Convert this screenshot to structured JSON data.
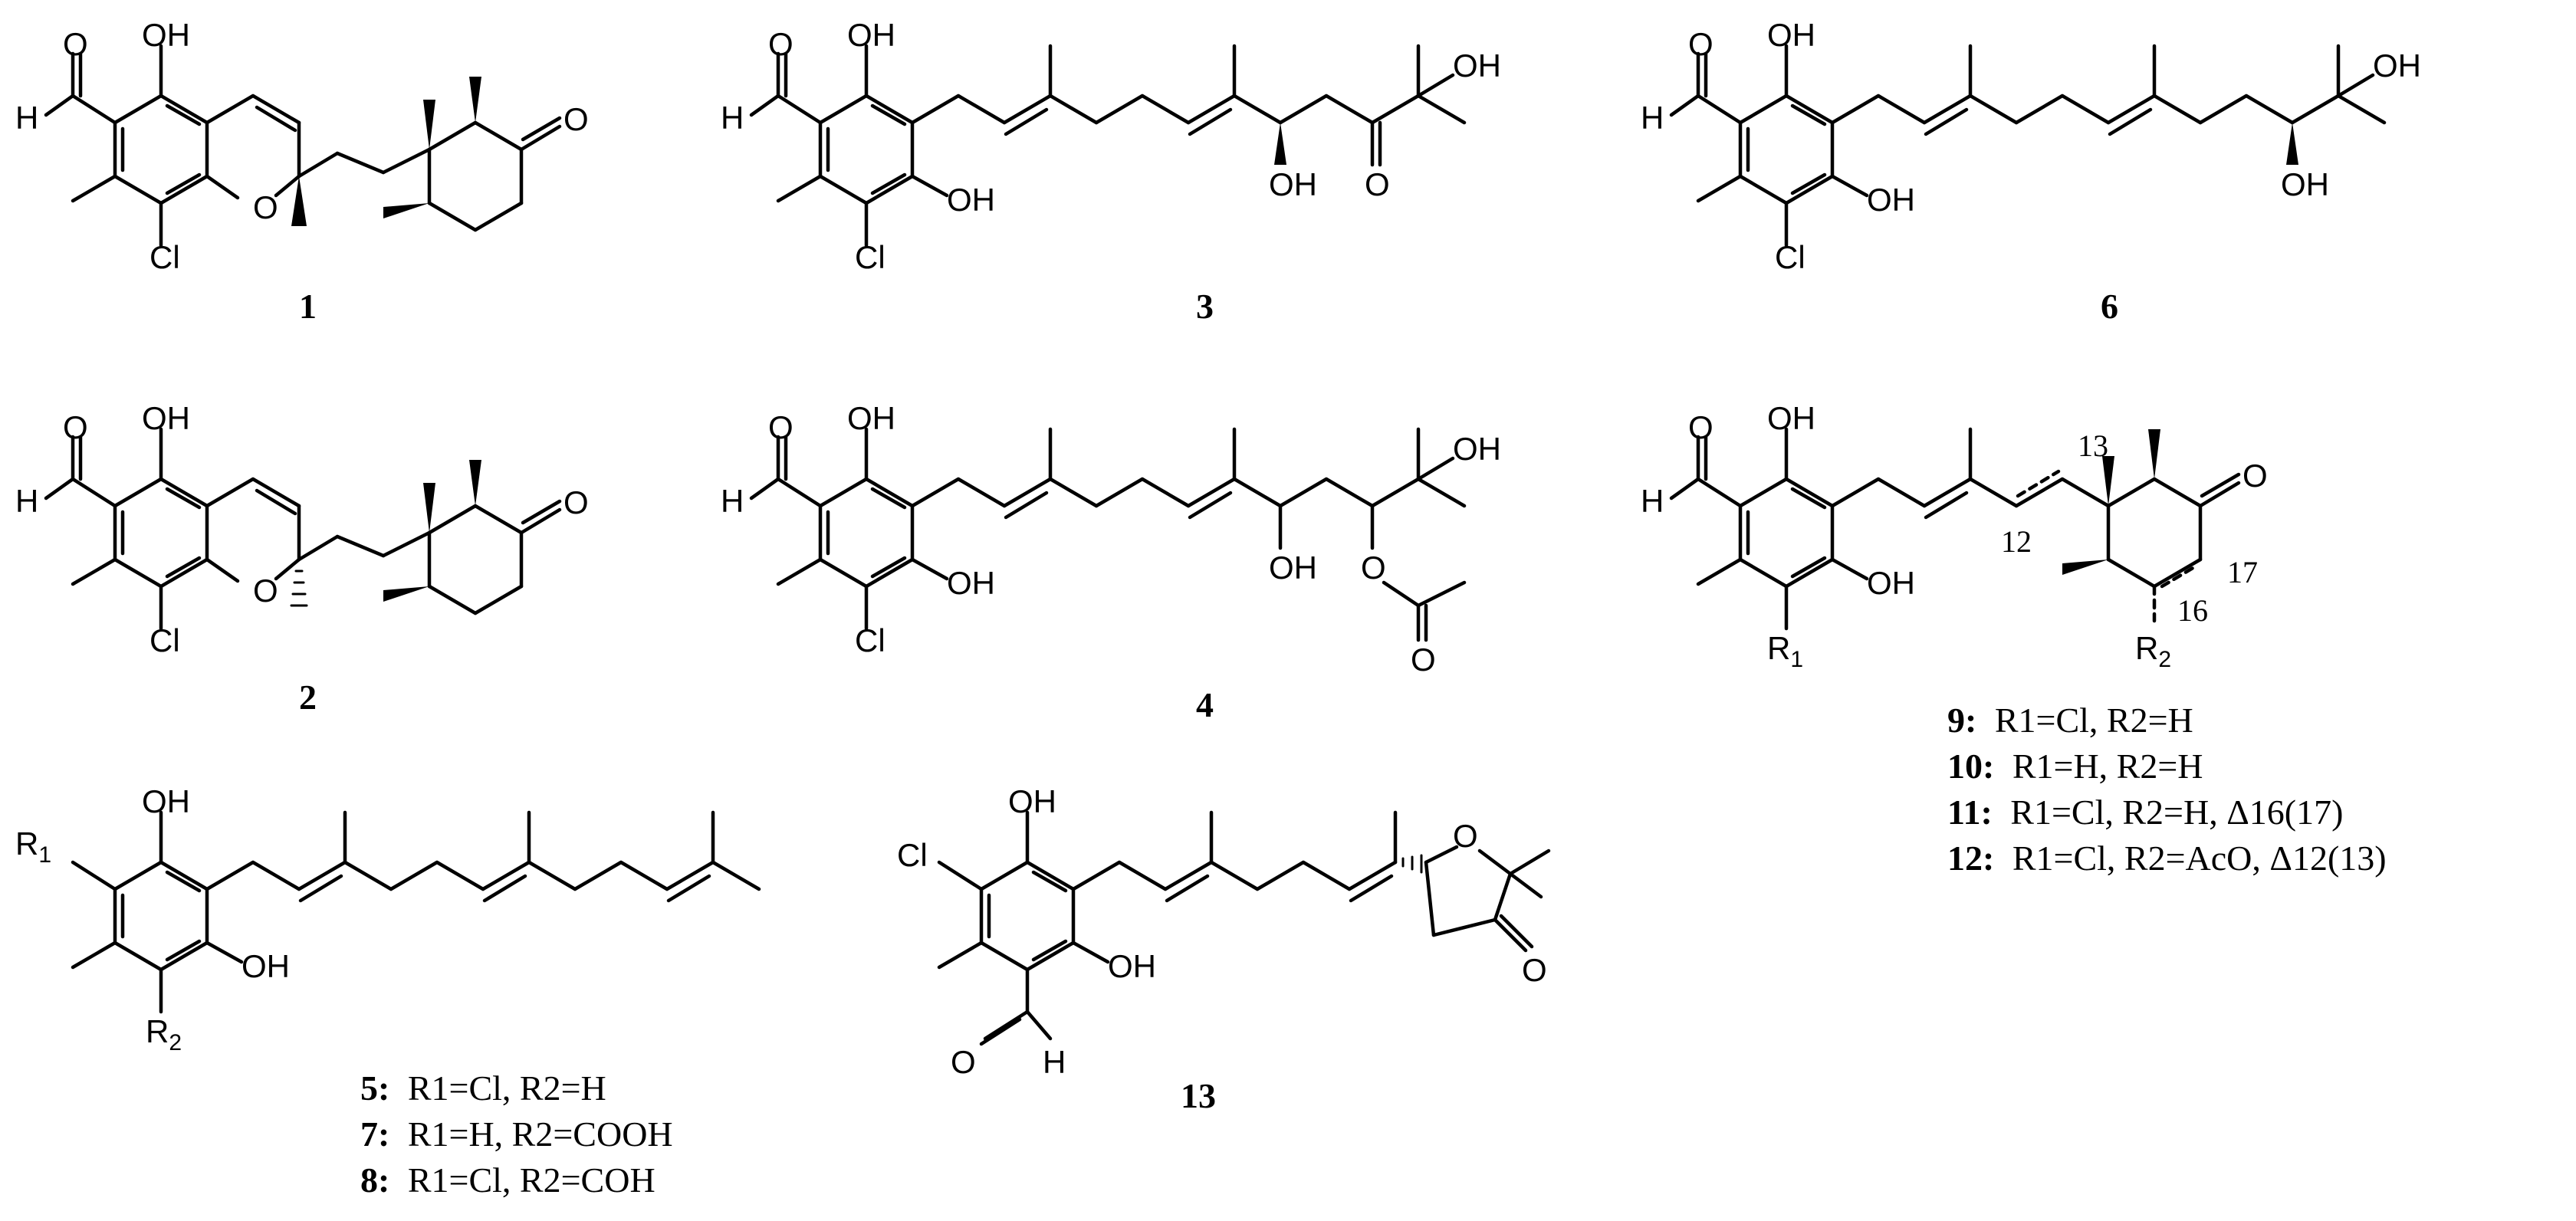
{
  "atoms": {
    "O": "O",
    "OH": "OH",
    "H": "H",
    "Cl": "Cl",
    "R1": "R",
    "R1_sub": "1",
    "R2": "R",
    "R2_sub": "2"
  },
  "compounds": {
    "c1": {
      "number": "1"
    },
    "c2": {
      "number": "2"
    },
    "c3": {
      "number": "3"
    },
    "c4": {
      "number": "4"
    },
    "c6": {
      "number": "6"
    },
    "c13": {
      "number": "13"
    },
    "c9_group": {
      "positions": [
        "13",
        "12",
        "17",
        "16"
      ],
      "entries": [
        {
          "number": "9:",
          "text": "R1=Cl, R2=H"
        },
        {
          "number": "10:",
          "text": "R1=H, R2=H"
        },
        {
          "number": "11:",
          "text": "R1=Cl, R2=H, Δ16(17)"
        },
        {
          "number": "12:",
          "text": "R1=Cl, R2=AcO, Δ12(13)"
        }
      ]
    },
    "c5_group": {
      "entries": [
        {
          "number": "5:",
          "text": "R1=Cl, R2=H"
        },
        {
          "number": "7:",
          "text": "R1=H, R2=COOH"
        },
        {
          "number": "8:",
          "text": "R1=Cl, R2=COH"
        }
      ]
    }
  }
}
